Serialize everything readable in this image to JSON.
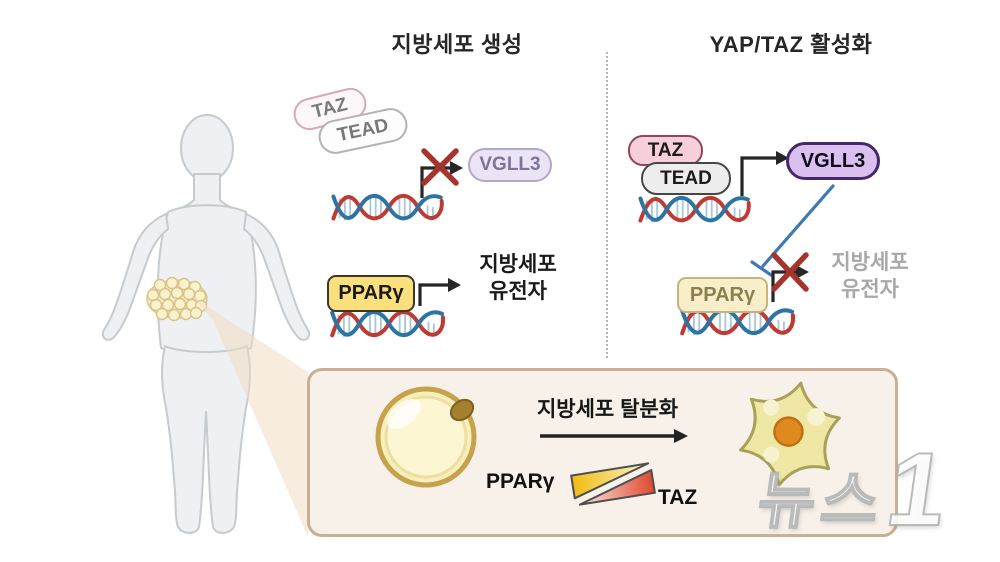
{
  "left_panel": {
    "title": "지방세포 생성",
    "taz_label": "TAZ",
    "tead_label": "TEAD",
    "vgll3_label": "VGLL3",
    "pparg_label": "PPARγ",
    "gene_label_line1": "지방세포",
    "gene_label_line2": "유전자"
  },
  "right_panel": {
    "title": "YAP/TAZ 활성화",
    "taz_label": "TAZ",
    "tead_label": "TEAD",
    "vgll3_label": "VGLL3",
    "pparg_label": "PPARγ",
    "gene_label_line1": "지방세포",
    "gene_label_line2": "유전자"
  },
  "bottom_panel": {
    "process_label": "지방세포 탈분화",
    "pparg_label": "PPARγ",
    "taz_label": "TAZ"
  },
  "watermark": {
    "text": "뉴스",
    "numeral": "1"
  },
  "colors": {
    "taz_fill": "#f6cfdb",
    "taz_border": "#94445c",
    "tead_fill": "#ededed",
    "tead_border": "#474747",
    "vgll3_fill": "#d9c0ee",
    "vgll3_border": "#45276b",
    "pparg_fill": "#f9e07c",
    "pparg_faded_fill": "#f8eec9",
    "dna_red": "#bf3a31",
    "dna_blue": "#2d74a2",
    "inhibition_blue": "#3d7ab3",
    "x_mark_red": "#a5352c",
    "panel_bg": "#f7f1ea",
    "panel_border": "#c9b093",
    "adipocyte_yellow": "#f9efbd",
    "stellate_cell_yellow": "#eee8a4"
  }
}
